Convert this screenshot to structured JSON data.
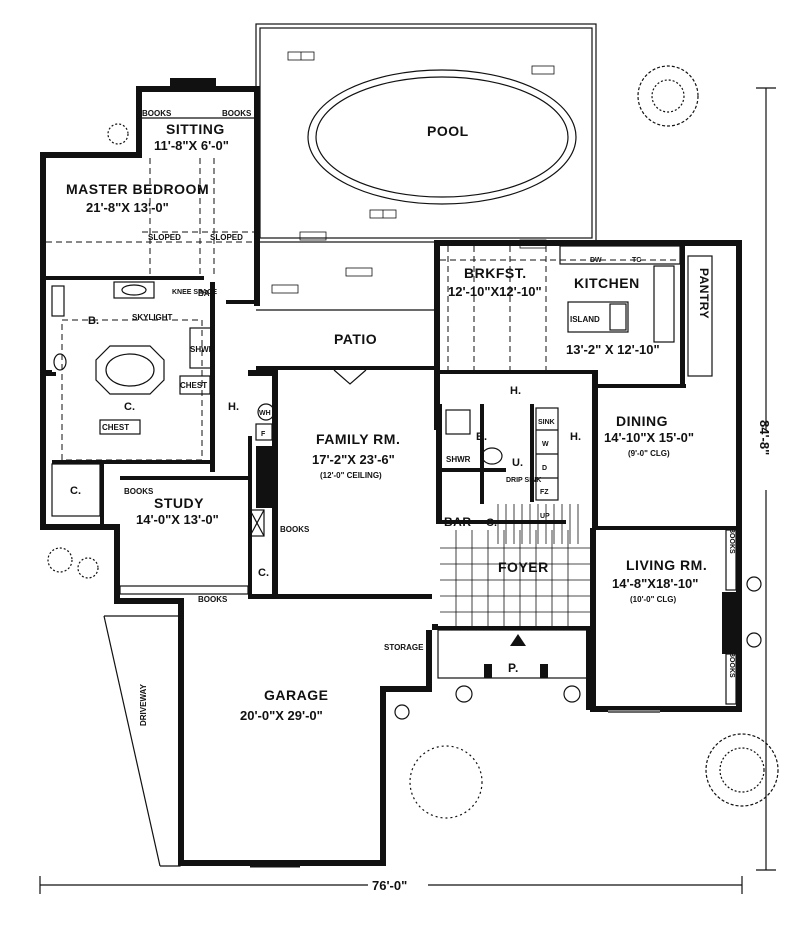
{
  "rooms": {
    "pool": "POOL",
    "sitting": "SITTING",
    "sitting_dim": "11'-8\"X 6'-0\"",
    "master_bedroom": "MASTER BEDROOM",
    "master_bedroom_dim": "21'-8\"X 13'-0\"",
    "sloped_1": "SLOPED",
    "sloped_2": "SLOPED",
    "skylight": "SKYLIGHT",
    "bath_b": "B.",
    "closet_c": "C.",
    "closet_c2": "C.",
    "chest": "CHEST",
    "chest2": "CHEST",
    "shwr": "SHWR",
    "knee_space": "KNEE SPACE",
    "bar_small": "BAR",
    "patio": "PATIO",
    "brkfst": "BRKFST.",
    "brkfst_dim": "12'-10\"X12'-10\"",
    "kitchen": "KITCHEN",
    "kitchen_dim": "13'-2\" X 12'-10\"",
    "island": "ISLAND",
    "pantry": "PANTRY",
    "dw": "DW",
    "tc": "TC",
    "family_rm": "FAMILY RM.",
    "family_rm_dim": "17'-2\"X 23'-6\"",
    "family_rm_note": "(12'-0\" CEILING)",
    "h1": "H.",
    "h2": "H.",
    "h3": "H.",
    "wh": "WH",
    "f": "F",
    "bath_b2": "B.",
    "shwr2": "SHWR",
    "utility_u": "U.",
    "drip_sink": "DRIP SINK",
    "sink": "SINK",
    "w": "W",
    "d": "D",
    "fz": "FZ",
    "up": "UP",
    "dining": "DINING",
    "dining_dim": "14'-10\"X 15'-0\"",
    "dining_note": "(9'-0\" CLG)",
    "study": "STUDY",
    "study_dim": "14'-0\"X 13'-0\"",
    "books_study": "BOOKS",
    "books_fam": "BOOKS",
    "books_bottom": "BOOKS",
    "books_sit_l": "BOOKS",
    "books_sit_r": "BOOKS",
    "books_liv_1": "BOOKS",
    "books_liv_2": "BOOKS",
    "closet_c3": "C.",
    "closet_c4": "C.",
    "bar": "BAR",
    "foyer": "FOYER",
    "living_rm": "LIVING RM.",
    "living_rm_dim": "14'-8\"X18'-10\"",
    "living_rm_note": "(10'-0\" CLG)",
    "storage": "STORAGE",
    "porch": "P.",
    "garage": "GARAGE",
    "garage_dim": "20'-0\"X 29'-0\"",
    "driveway": "DRIVEWAY"
  },
  "dimensions": {
    "width": "76'-0\"",
    "depth": "84'-8\""
  }
}
